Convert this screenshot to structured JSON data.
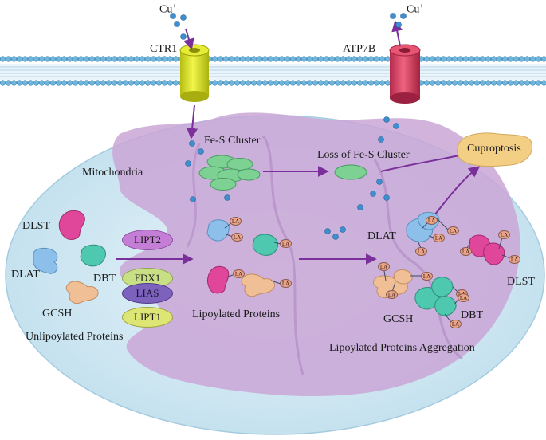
{
  "ions": {
    "cu_in": "Cu",
    "cu_out": "Cu",
    "charge": "+"
  },
  "transporters": {
    "ctr1": "CTR1",
    "atp7b": "ATP7B"
  },
  "labels": {
    "mitochondria": "Mitochondria",
    "fe_s_cluster": "Fe-S Cluster",
    "loss_fe_s": "Loss of  Fe-S Cluster",
    "cuproptosis": "Cuproptosis",
    "lipoylated_proteins": "Lipoylated Proteins",
    "unlipoylated_proteins": "Unlipoylated Proteins",
    "aggregation": "Lipoylated Proteins Aggregation"
  },
  "proteins": {
    "dlst": "DLST",
    "dlat": "DLAT",
    "dbt": "DBT",
    "gcsh": "GCSH"
  },
  "enzymes": {
    "lipt2": "LIPT2",
    "fdx1": "FDX1",
    "lias": "LIAS",
    "lipt1": "LIPT1"
  },
  "la_tag": "LA",
  "colors": {
    "membrane_head": "#6fb6dc",
    "ctr1": "#e4ec2a",
    "atp7b": "#e0456a",
    "mito_outer": "#cfe6f0",
    "mito_matrix": "#c9a6d6",
    "arrow": "#7b2f9a",
    "dlst": "#e0479a",
    "dlat": "#8cc0ea",
    "dbt": "#4ec9b0",
    "gcsh": "#f0bf96",
    "fe_s": "#7dd193",
    "cuproptosis": "#f3cf86",
    "lipt2": "#c57ed6",
    "fdx1": "#c9df86",
    "lias": "#7d62bd",
    "lipt1": "#dde574",
    "copper_dot": "#3f8fd0"
  }
}
